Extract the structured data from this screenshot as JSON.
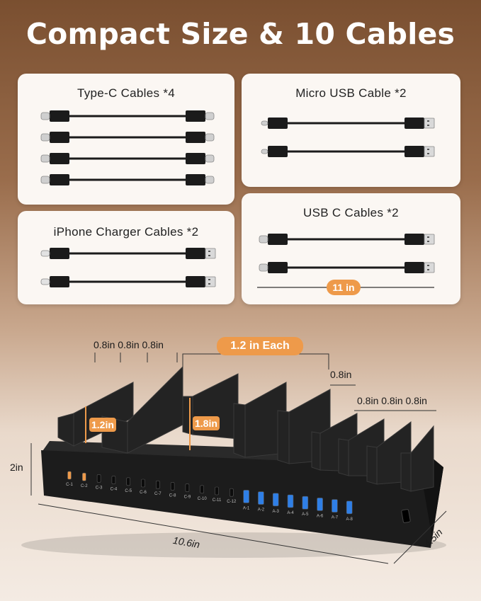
{
  "title": "Compact Size & 10 Cables",
  "cards": {
    "typec": {
      "label": "Type-C Cables *4"
    },
    "micro": {
      "label": "Micro USB Cable *2"
    },
    "iphone": {
      "label": "iPhone Charger Cables *2"
    },
    "usbc": {
      "label": "USB C Cables *2",
      "length_label": "11 in"
    }
  },
  "dimensions": {
    "spacing_left": "0.8in 0.8in 0.8in",
    "spacing_mid": "1.2 in Each",
    "spacing_right_top": "0.8in",
    "spacing_right": "0.8in 0.8in 0.8in",
    "slot_small": "1.2in",
    "slot_large": "1.8in",
    "height": "2in",
    "width": "10.6in",
    "depth": "4.5in"
  },
  "ports": {
    "typec_labels": [
      "C-1",
      "C-2",
      "C-3",
      "C-4",
      "C-5",
      "C-6",
      "C-7",
      "C-8",
      "C-9",
      "C-10",
      "C-11",
      "C-12"
    ],
    "usba_labels": [
      "A-1",
      "A-2",
      "A-3",
      "A-4",
      "A-5",
      "A-6",
      "A-7",
      "A-8"
    ]
  },
  "colors": {
    "accent": "#ee9a4a",
    "usb_blue": "#2f7fe6",
    "station": "#1c1c1c"
  }
}
